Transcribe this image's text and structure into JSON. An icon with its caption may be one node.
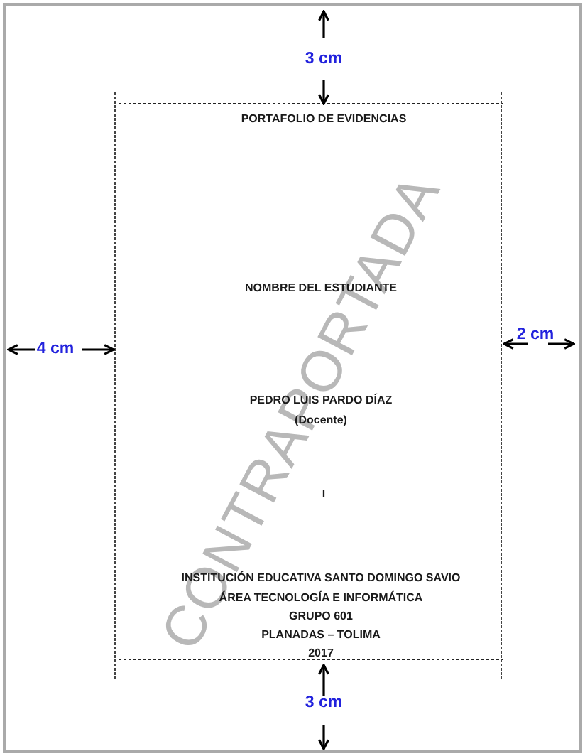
{
  "diagram": {
    "labels": [
      "3 cm",
      "PORTAFOLIO DE EVIDENCIAS",
      "NOMBRE DEL ESTUDIANTE",
      "4 cm",
      "2 cm",
      "PEDRO LUIS PARDO DÍAZ",
      "(Docente)",
      "I",
      "CONTRAPORTADA",
      "INSTITUCIÓN EDUCATIVA SANTO DOMINGO SAVIO",
      "ÁREA TECNOLOGÍA E INFORMÁTICA",
      "GRUPO 601",
      "PLANADAS – TOLIMA",
      "2017",
      "3 cm"
    ]
  }
}
